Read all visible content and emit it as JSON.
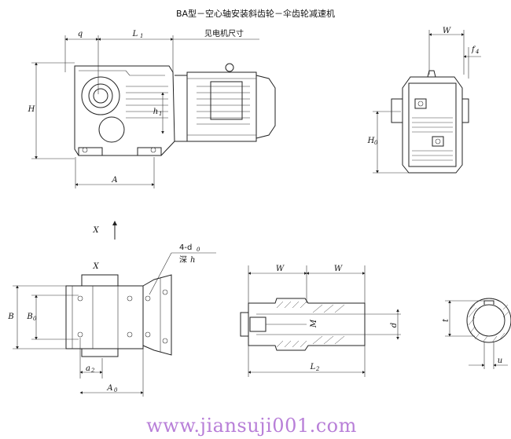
{
  "title": "BA型－空心轴安装斜齿轮－伞齿轮减速机",
  "labels": {
    "q": "q",
    "L1": "L",
    "L1_sub": "1",
    "motor_note": "见电机尺寸",
    "H": "H",
    "h1": "h",
    "h1_sub": "1",
    "A": "A",
    "W_top": "W",
    "f4": "f",
    "f4_sub": "4",
    "H0": "H",
    "H0_sub": "0",
    "X_arrow": "X",
    "X_view": "X",
    "holes": "4-d",
    "holes_sub": "0",
    "depth": "深",
    "depth_h": "h",
    "B": "B",
    "B0": "B",
    "B0_sub": "0",
    "a2": "a",
    "a2_sub": "2",
    "A0": "A",
    "A0_sub": "0",
    "W_left": "W",
    "W_right": "W",
    "M": "M",
    "d": "d",
    "L2": "L",
    "L2_sub": "2",
    "t": "t",
    "u": "u"
  },
  "watermark": "www.jiansuji001.com"
}
